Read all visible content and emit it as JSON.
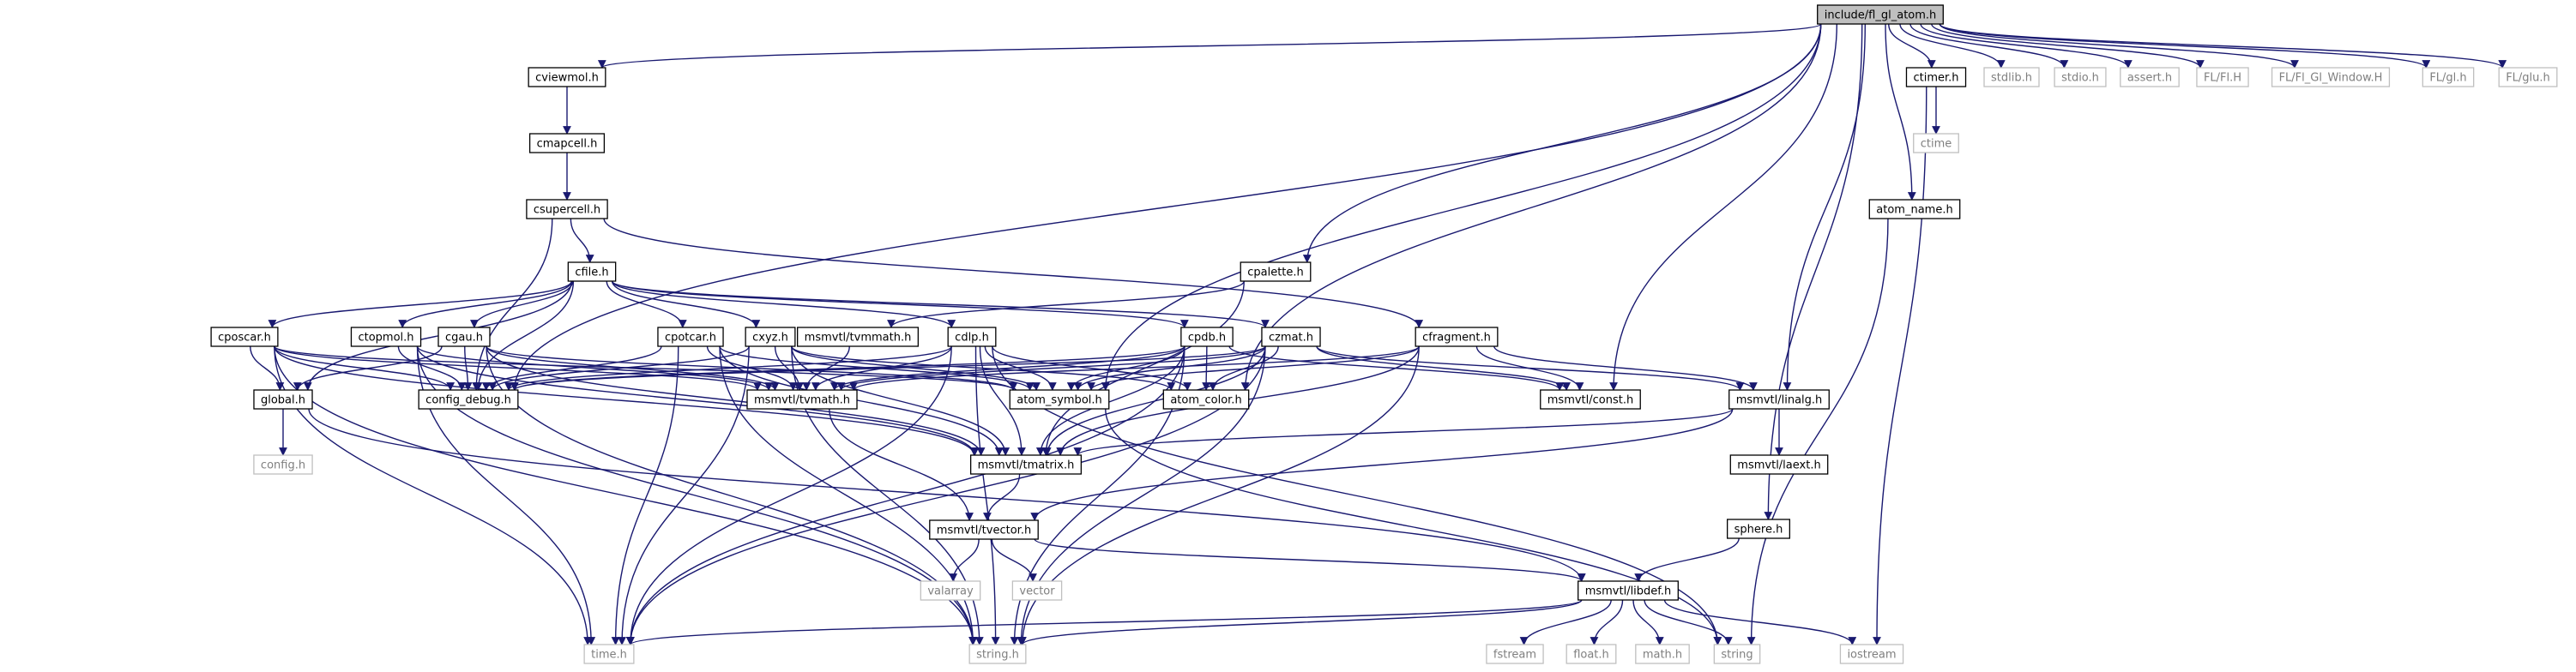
{
  "colors": {
    "edge": "#191970",
    "box_border": "#000000",
    "box_fill": "#ffffff",
    "root_fill": "#bfbfbf",
    "system_border": "#bfbfbf",
    "system_text": "#7f7f7f"
  },
  "nodes": [
    {
      "id": "root",
      "label": "include/fl_gl_atom.h",
      "kind": "root"
    },
    {
      "id": "cviewmol",
      "label": "cviewmol.h",
      "kind": "file"
    },
    {
      "id": "cmapcell",
      "label": "cmapcell.h",
      "kind": "file"
    },
    {
      "id": "csupercell",
      "label": "csupercell.h",
      "kind": "file"
    },
    {
      "id": "cfile",
      "label": "cfile.h",
      "kind": "file"
    },
    {
      "id": "cposcar",
      "label": "cposcar.h",
      "kind": "file"
    },
    {
      "id": "ctopmol",
      "label": "ctopmol.h",
      "kind": "file"
    },
    {
      "id": "cgau",
      "label": "cgau.h",
      "kind": "file"
    },
    {
      "id": "cpotcar",
      "label": "cpotcar.h",
      "kind": "file"
    },
    {
      "id": "cxyz",
      "label": "cxyz.h",
      "kind": "file"
    },
    {
      "id": "cdlp",
      "label": "cdlp.h",
      "kind": "file"
    },
    {
      "id": "cpdb",
      "label": "cpdb.h",
      "kind": "file"
    },
    {
      "id": "czmat",
      "label": "czmat.h",
      "kind": "file"
    },
    {
      "id": "cfragment",
      "label": "cfragment.h",
      "kind": "file"
    },
    {
      "id": "cpalette",
      "label": "cpalette.h",
      "kind": "file"
    },
    {
      "id": "tvmmath",
      "label": "msmvtl/tvmmath.h",
      "kind": "file"
    },
    {
      "id": "global",
      "label": "global.h",
      "kind": "file"
    },
    {
      "id": "config_debug",
      "label": "config_debug.h",
      "kind": "file"
    },
    {
      "id": "tvmath",
      "label": "msmvtl/tvmath.h",
      "kind": "file"
    },
    {
      "id": "atom_symbol",
      "label": "atom_symbol.h",
      "kind": "file"
    },
    {
      "id": "atom_color",
      "label": "atom_color.h",
      "kind": "file"
    },
    {
      "id": "const",
      "label": "msmvtl/const.h",
      "kind": "file"
    },
    {
      "id": "linalg",
      "label": "msmvtl/linalg.h",
      "kind": "file"
    },
    {
      "id": "laext",
      "label": "msmvtl/laext.h",
      "kind": "file"
    },
    {
      "id": "tmatrix",
      "label": "msmvtl/tmatrix.h",
      "kind": "file"
    },
    {
      "id": "tvector",
      "label": "msmvtl/tvector.h",
      "kind": "file"
    },
    {
      "id": "config",
      "label": "config.h",
      "kind": "system"
    },
    {
      "id": "valarray",
      "label": "valarray",
      "kind": "system"
    },
    {
      "id": "vector",
      "label": "vector",
      "kind": "system"
    },
    {
      "id": "libdef",
      "label": "msmvtl/libdef.h",
      "kind": "file"
    },
    {
      "id": "sphere",
      "label": "sphere.h",
      "kind": "file"
    },
    {
      "id": "atom_name",
      "label": "atom_name.h",
      "kind": "file"
    },
    {
      "id": "ctimer",
      "label": "ctimer.h",
      "kind": "file"
    },
    {
      "id": "ctime",
      "label": "ctime",
      "kind": "system"
    },
    {
      "id": "time",
      "label": "time.h",
      "kind": "system"
    },
    {
      "id": "stringh",
      "label": "string.h",
      "kind": "system"
    },
    {
      "id": "fstream",
      "label": "fstream",
      "kind": "system"
    },
    {
      "id": "floath",
      "label": "float.h",
      "kind": "system"
    },
    {
      "id": "mathh",
      "label": "math.h",
      "kind": "system"
    },
    {
      "id": "string",
      "label": "string",
      "kind": "system"
    },
    {
      "id": "iostream",
      "label": "iostream",
      "kind": "system"
    },
    {
      "id": "stdlib",
      "label": "stdlib.h",
      "kind": "system"
    },
    {
      "id": "stdio",
      "label": "stdio.h",
      "kind": "system"
    },
    {
      "id": "assert",
      "label": "assert.h",
      "kind": "system"
    },
    {
      "id": "fl",
      "label": "FL/Fl.H",
      "kind": "system"
    },
    {
      "id": "flglwin",
      "label": "FL/Fl_Gl_Window.H",
      "kind": "system"
    },
    {
      "id": "glh",
      "label": "FL/gl.h",
      "kind": "system"
    },
    {
      "id": "gluh",
      "label": "FL/glu.h",
      "kind": "system"
    }
  ],
  "edges": [
    [
      "root",
      "cviewmol"
    ],
    [
      "root",
      "config_debug"
    ],
    [
      "root",
      "cpalette"
    ],
    [
      "root",
      "atom_symbol"
    ],
    [
      "root",
      "atom_color"
    ],
    [
      "root",
      "const"
    ],
    [
      "root",
      "linalg"
    ],
    [
      "root",
      "sphere"
    ],
    [
      "root",
      "atom_name"
    ],
    [
      "root",
      "ctimer"
    ],
    [
      "root",
      "stdlib"
    ],
    [
      "root",
      "stdio"
    ],
    [
      "root",
      "assert"
    ],
    [
      "root",
      "fl"
    ],
    [
      "root",
      "flglwin"
    ],
    [
      "root",
      "glh"
    ],
    [
      "root",
      "gluh"
    ],
    [
      "cviewmol",
      "cmapcell"
    ],
    [
      "cmapcell",
      "csupercell"
    ],
    [
      "csupercell",
      "cfile"
    ],
    [
      "csupercell",
      "cfragment"
    ],
    [
      "csupercell",
      "config_debug"
    ],
    [
      "cfile",
      "cposcar"
    ],
    [
      "cfile",
      "ctopmol"
    ],
    [
      "cfile",
      "cgau"
    ],
    [
      "cfile",
      "cpotcar"
    ],
    [
      "cfile",
      "cxyz"
    ],
    [
      "cfile",
      "cdlp"
    ],
    [
      "cfile",
      "cpdb"
    ],
    [
      "cfile",
      "czmat"
    ],
    [
      "cfile",
      "global"
    ],
    [
      "cfile",
      "config_debug"
    ],
    [
      "cposcar",
      "global"
    ],
    [
      "cposcar",
      "config_debug"
    ],
    [
      "cposcar",
      "tvmath"
    ],
    [
      "cposcar",
      "atom_symbol"
    ],
    [
      "cposcar",
      "tmatrix"
    ],
    [
      "cposcar",
      "time"
    ],
    [
      "cposcar",
      "stringh"
    ],
    [
      "ctopmol",
      "config_debug"
    ],
    [
      "ctopmol",
      "tvmath"
    ],
    [
      "ctopmol",
      "tmatrix"
    ],
    [
      "ctopmol",
      "time"
    ],
    [
      "ctopmol",
      "stringh"
    ],
    [
      "cgau",
      "global"
    ],
    [
      "cgau",
      "config_debug"
    ],
    [
      "cgau",
      "tvmath"
    ],
    [
      "cgau",
      "atom_symbol"
    ],
    [
      "cgau",
      "tmatrix"
    ],
    [
      "cgau",
      "stringh"
    ],
    [
      "cpotcar",
      "config_debug"
    ],
    [
      "cpotcar",
      "tvmath"
    ],
    [
      "cpotcar",
      "atom_symbol"
    ],
    [
      "cpotcar",
      "tmatrix"
    ],
    [
      "cpotcar",
      "time"
    ],
    [
      "cpotcar",
      "stringh"
    ],
    [
      "cxyz",
      "config_debug"
    ],
    [
      "cxyz",
      "tvmath"
    ],
    [
      "cxyz",
      "atom_symbol"
    ],
    [
      "cxyz",
      "atom_color"
    ],
    [
      "cxyz",
      "tmatrix"
    ],
    [
      "cxyz",
      "time"
    ],
    [
      "cxyz",
      "stringh"
    ],
    [
      "cdlp",
      "config_debug"
    ],
    [
      "cdlp",
      "tvmath"
    ],
    [
      "cdlp",
      "atom_symbol"
    ],
    [
      "cdlp",
      "atom_color"
    ],
    [
      "cdlp",
      "tmatrix"
    ],
    [
      "cdlp",
      "time"
    ],
    [
      "cdlp",
      "stringh"
    ],
    [
      "cdlp",
      "string"
    ],
    [
      "cpdb",
      "config_debug"
    ],
    [
      "cpdb",
      "tvmath"
    ],
    [
      "cpdb",
      "atom_symbol"
    ],
    [
      "cpdb",
      "atom_color"
    ],
    [
      "cpdb",
      "const"
    ],
    [
      "cpdb",
      "tmatrix"
    ],
    [
      "cpdb",
      "time"
    ],
    [
      "cpdb",
      "stringh"
    ],
    [
      "czmat",
      "config_debug"
    ],
    [
      "czmat",
      "tvmath"
    ],
    [
      "czmat",
      "atom_symbol"
    ],
    [
      "czmat",
      "atom_color"
    ],
    [
      "czmat",
      "const"
    ],
    [
      "czmat",
      "linalg"
    ],
    [
      "czmat",
      "tmatrix"
    ],
    [
      "czmat",
      "time"
    ],
    [
      "czmat",
      "stringh"
    ],
    [
      "cfragment",
      "tvmath"
    ],
    [
      "cfragment",
      "atom_symbol"
    ],
    [
      "cfragment",
      "const"
    ],
    [
      "cfragment",
      "linalg"
    ],
    [
      "cfragment",
      "tmatrix"
    ],
    [
      "cfragment",
      "stringh"
    ],
    [
      "cpalette",
      "tvmmath"
    ],
    [
      "cpalette",
      "tmatrix"
    ],
    [
      "tvmmath",
      "tvmath"
    ],
    [
      "global",
      "config"
    ],
    [
      "global",
      "libdef"
    ],
    [
      "tvmath",
      "tvector"
    ],
    [
      "tmatrix",
      "tvector"
    ],
    [
      "atom_symbol",
      "string"
    ],
    [
      "linalg",
      "tmatrix"
    ],
    [
      "linalg",
      "laext"
    ],
    [
      "linalg",
      "tvector"
    ],
    [
      "tvector",
      "valarray"
    ],
    [
      "tvector",
      "vector"
    ],
    [
      "tvector",
      "libdef"
    ],
    [
      "sphere",
      "libdef"
    ],
    [
      "libdef",
      "time"
    ],
    [
      "libdef",
      "stringh"
    ],
    [
      "libdef",
      "fstream"
    ],
    [
      "libdef",
      "floath"
    ],
    [
      "libdef",
      "mathh"
    ],
    [
      "libdef",
      "string"
    ],
    [
      "libdef",
      "iostream"
    ],
    [
      "atom_name",
      "string"
    ],
    [
      "ctimer",
      "ctime"
    ],
    [
      "ctimer",
      "iostream"
    ]
  ]
}
